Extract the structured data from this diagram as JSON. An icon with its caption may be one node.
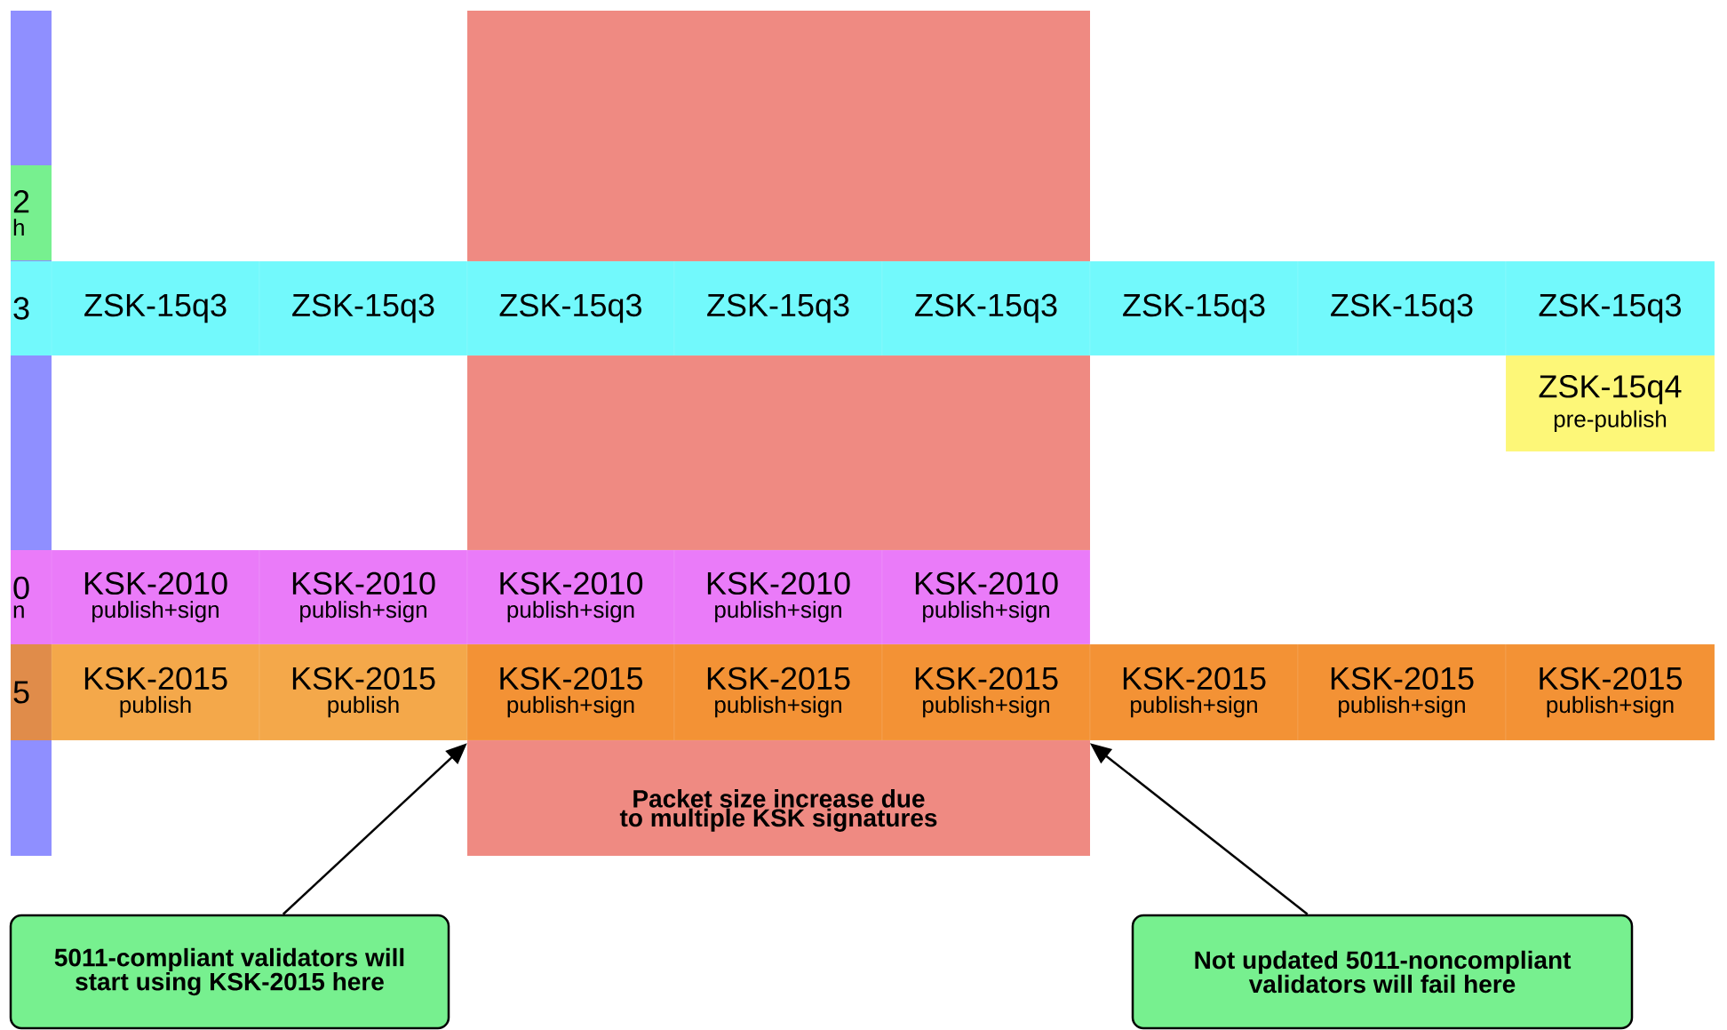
{
  "diagram": {
    "nodes": [
      {
        "text": [],
        "shape": "bar"
      },
      {
        "text": [
          "Packet size increase due to multiple KSK signatures"
        ]
      },
      {
        "text": [
          "2",
          "h"
        ],
        "in": 0
      },
      {
        "text": [
          "3"
        ],
        "in": 0
      },
      {
        "text": [
          "ZSK-15q3"
        ]
      },
      {
        "text": [
          "ZSK-15q3"
        ]
      },
      {
        "text": [
          "ZSK-15q3"
        ],
        "in": 1
      },
      {
        "text": [
          "ZSK-15q3"
        ],
        "in": 1
      },
      {
        "text": [
          "ZSK-15q3"
        ],
        "in": 1
      },
      {
        "text": [
          "ZSK-15q3"
        ]
      },
      {
        "text": [
          "ZSK-15q3"
        ]
      },
      {
        "text": [
          "ZSK-15q3"
        ]
      },
      {
        "text": [
          "ZSK-15q4",
          "pre-publish"
        ]
      },
      {
        "text": [
          "0",
          "n"
        ],
        "in": 0
      },
      {
        "text": [
          "KSK-2010",
          "publish+sign"
        ]
      },
      {
        "text": [
          "KSK-2010",
          "publish+sign"
        ]
      },
      {
        "text": [
          "KSK-2010",
          "publish+sign"
        ],
        "in": 1
      },
      {
        "text": [
          "KSK-2010",
          "publish+sign"
        ],
        "in": 1
      },
      {
        "text": [
          "KSK-2010",
          "publish+sign"
        ],
        "in": 1
      },
      {
        "text": [
          "5"
        ],
        "in": 0
      },
      {
        "text": [
          "KSK-2015",
          "publish"
        ]
      },
      {
        "text": [
          "KSK-2015",
          "publish"
        ]
      },
      {
        "text": [
          "KSK-2015",
          "publish+sign"
        ],
        "in": 1
      },
      {
        "text": [
          "KSK-2015",
          "publish+sign"
        ],
        "in": 1
      },
      {
        "text": [
          "KSK-2015",
          "publish+sign"
        ],
        "in": 1
      },
      {
        "text": [
          "KSK-2015",
          "publish+sign"
        ]
      },
      {
        "text": [
          "KSK-2015",
          "publish+sign"
        ]
      },
      {
        "text": [
          "KSK-2015",
          "publish+sign"
        ]
      },
      {
        "text": [
          "5011-compliant validators will start using KSK-2015 here"
        ]
      },
      {
        "text": [
          "Not updated 5011-noncompliant validators will fail here"
        ]
      }
    ],
    "edges": [
      {
        "from": 28,
        "to": 22,
        "arrow": "to"
      },
      {
        "from": 29,
        "to": 25,
        "arrow": "to"
      }
    ]
  }
}
